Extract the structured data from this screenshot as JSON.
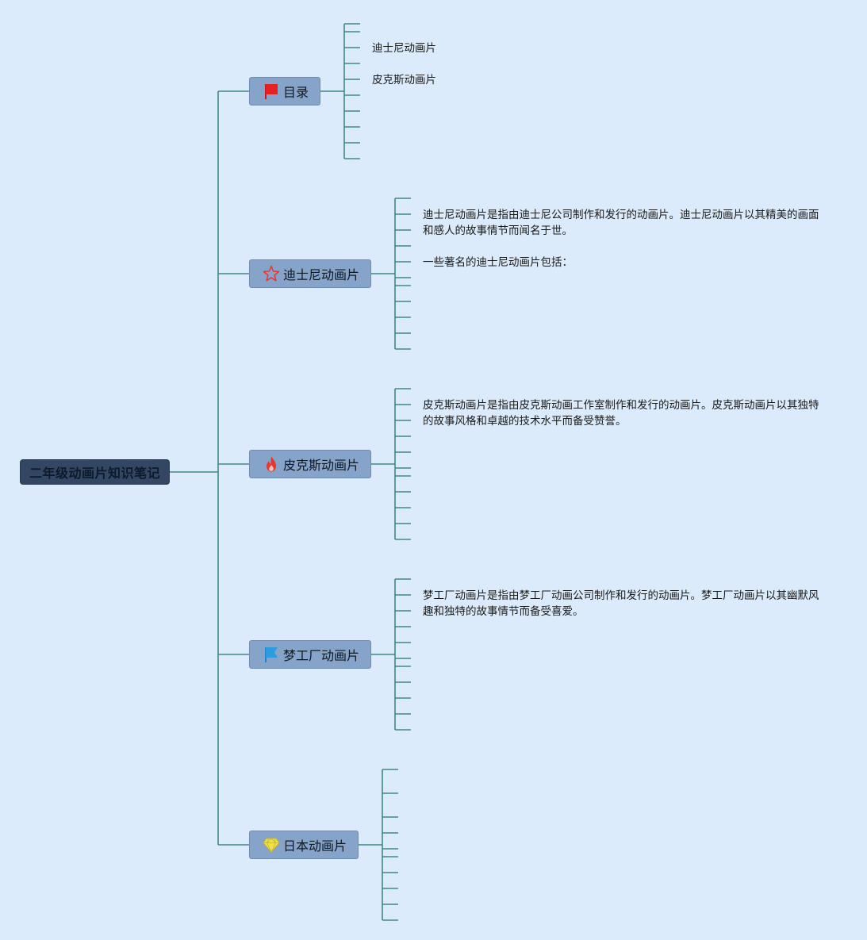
{
  "root": {
    "label": "二年级动画片知识笔记"
  },
  "topics": [
    {
      "label": "目录",
      "icon": "red-flag-icon"
    },
    {
      "label": "迪士尼动画片",
      "icon": "star-outline-icon"
    },
    {
      "label": "皮克斯动画片",
      "icon": "fire-icon"
    },
    {
      "label": "梦工厂动画片",
      "icon": "blue-flag-icon"
    },
    {
      "label": "日本动画片",
      "icon": "diamond-icon"
    }
  ],
  "contents": {
    "toc": [
      "迪士尼动画片",
      "皮克斯动画片"
    ],
    "disney": [
      "迪士尼动画片是指由迪士尼公司制作和发行的动画片。迪士尼动画片以其精美的画面和感人的故事情节而闻名于世。",
      "一些著名的迪士尼动画片包括："
    ],
    "pixar": [
      "皮克斯动画片是指由皮克斯动画工作室制作和发行的动画片。皮克斯动画片以其独特的故事风格和卓越的技术水平而备受赞誉。"
    ],
    "dreamworks": [
      "梦工厂动画片是指由梦工厂动画公司制作和发行的动画片。梦工厂动画片以其幽默风趣和独特的故事情节而备受喜爱。"
    ]
  },
  "colors": {
    "background": "#dcebfb",
    "connector": "#3f8a80",
    "root_fill": "#334663",
    "topic_fill": "#86a4ca"
  }
}
